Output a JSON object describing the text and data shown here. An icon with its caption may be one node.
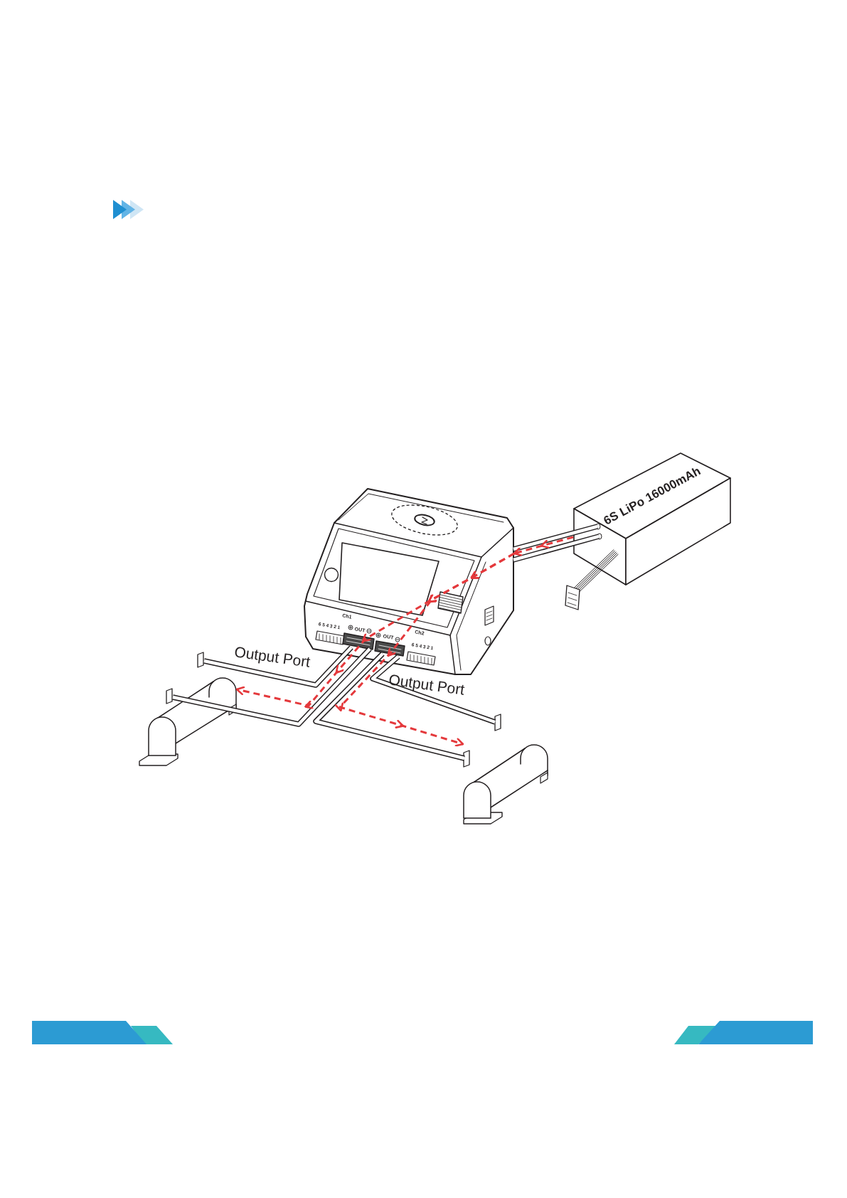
{
  "diagram": {
    "nodes": [
      {
        "text": [
          "6S LiPo 16000mAh"
        ]
      },
      {
        "text": [],
        "shape": "picture"
      },
      {
        "text": [],
        "shape": "picture"
      },
      {
        "text": [],
        "shape": "picture"
      }
    ],
    "edges": [
      {
        "from": 0,
        "to": 1,
        "arrow": "none"
      },
      {
        "from": 0,
        "to": 1,
        "arrow": "none"
      },
      {
        "from": 1,
        "to": 2,
        "arrow": "none"
      },
      {
        "from": 1,
        "to": 2,
        "arrow": "none"
      },
      {
        "from": 1,
        "to": 3,
        "arrow": "none"
      },
      {
        "from": 1,
        "to": 3,
        "arrow": "none"
      },
      {
        "from": 0,
        "to": 1,
        "arrow": "to",
        "style": "dashed",
        "color": "#e4393c"
      },
      {
        "from": 1,
        "to": 2,
        "arrow": "to",
        "style": "dashed",
        "color": "#e4393c"
      },
      {
        "from": 1,
        "to": 3,
        "arrow": "to",
        "style": "dashed",
        "color": "#e4393c"
      }
    ],
    "labels": [
      "Ch1",
      "6 5 4 3 2 1",
      "OUT",
      "OUT",
      "Ch2",
      "6 5 4 3 2 1",
      "Output Port",
      "Output Port"
    ]
  }
}
